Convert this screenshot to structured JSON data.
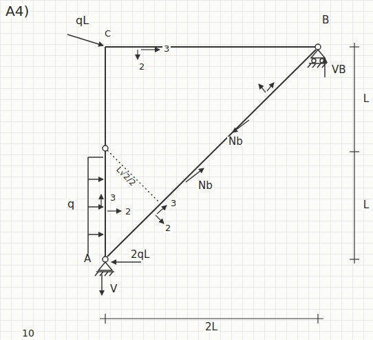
{
  "diagram": {
    "labels": [
      "A4)",
      "qL",
      "C",
      "B",
      "2",
      "3",
      "L",
      "L",
      "VB",
      "Nb",
      "Nb",
      "L√2/2",
      "q",
      "3",
      "2",
      "3",
      "2",
      "2qL",
      "A",
      "V",
      "2L",
      "10"
    ]
  }
}
